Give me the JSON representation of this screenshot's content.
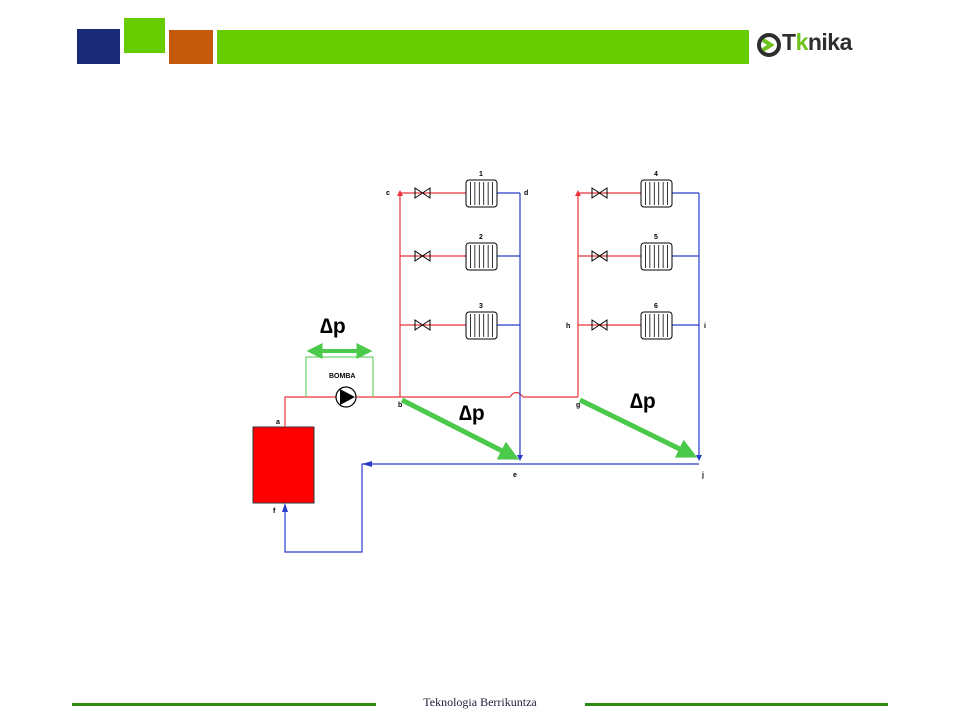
{
  "header": {
    "colors": {
      "blue": "#1a2a78",
      "lime": "#66cc00",
      "orange": "#c65a0c",
      "bar": "#66cc00"
    }
  },
  "logo": {
    "text_prefix": "T",
    "text_k": "k",
    "text_suffix": "nika",
    "icon": "tknika-chevron-icon"
  },
  "diagram": {
    "pump_label": "BOMBA",
    "delta_p_label": "∆p",
    "nodes": {
      "a": "a",
      "b": "b",
      "c": "c",
      "d": "d",
      "e": "e",
      "f": "f",
      "g": "g",
      "h": "h",
      "i": "i",
      "j": "j"
    },
    "radiators": [
      "1",
      "2",
      "3",
      "4",
      "5",
      "6"
    ],
    "colors": {
      "supply": "#e8343a",
      "return": "#2b3dc8",
      "boiler": "#ff0000",
      "arrow": "#4bc94b"
    }
  },
  "footer": {
    "text": "Teknologia Berrikuntza"
  }
}
